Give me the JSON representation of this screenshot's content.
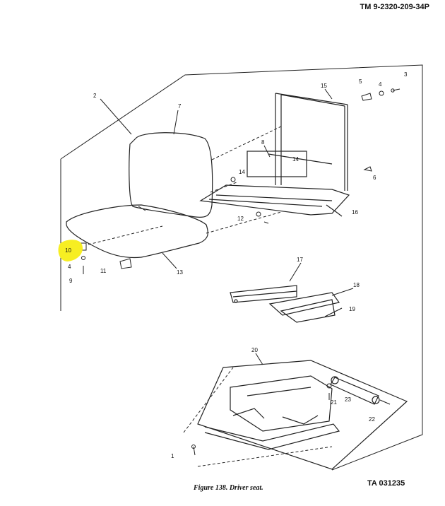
{
  "header": {
    "doc_number": "TM 9-2320-209-34P"
  },
  "figure": {
    "caption": "Figure 138. Driver seat.",
    "ta_number": "TA 031235"
  },
  "callouts": {
    "c1": "1",
    "c2": "2",
    "c3": "3",
    "c4a": "4",
    "c4b": "4",
    "c5": "5",
    "c6": "6",
    "c7": "7",
    "c8": "8",
    "c9": "9",
    "c10": "10",
    "c11": "11",
    "c12": "12",
    "c13": "13",
    "c14a": "14",
    "c14b": "14",
    "c15": "15",
    "c16": "16",
    "c17": "17",
    "c18": "18",
    "c19": "19",
    "c20": "20",
    "c21": "21",
    "c22": "22",
    "c23": "23"
  },
  "highlight": {
    "color": "#f7ee22",
    "item": "10"
  }
}
